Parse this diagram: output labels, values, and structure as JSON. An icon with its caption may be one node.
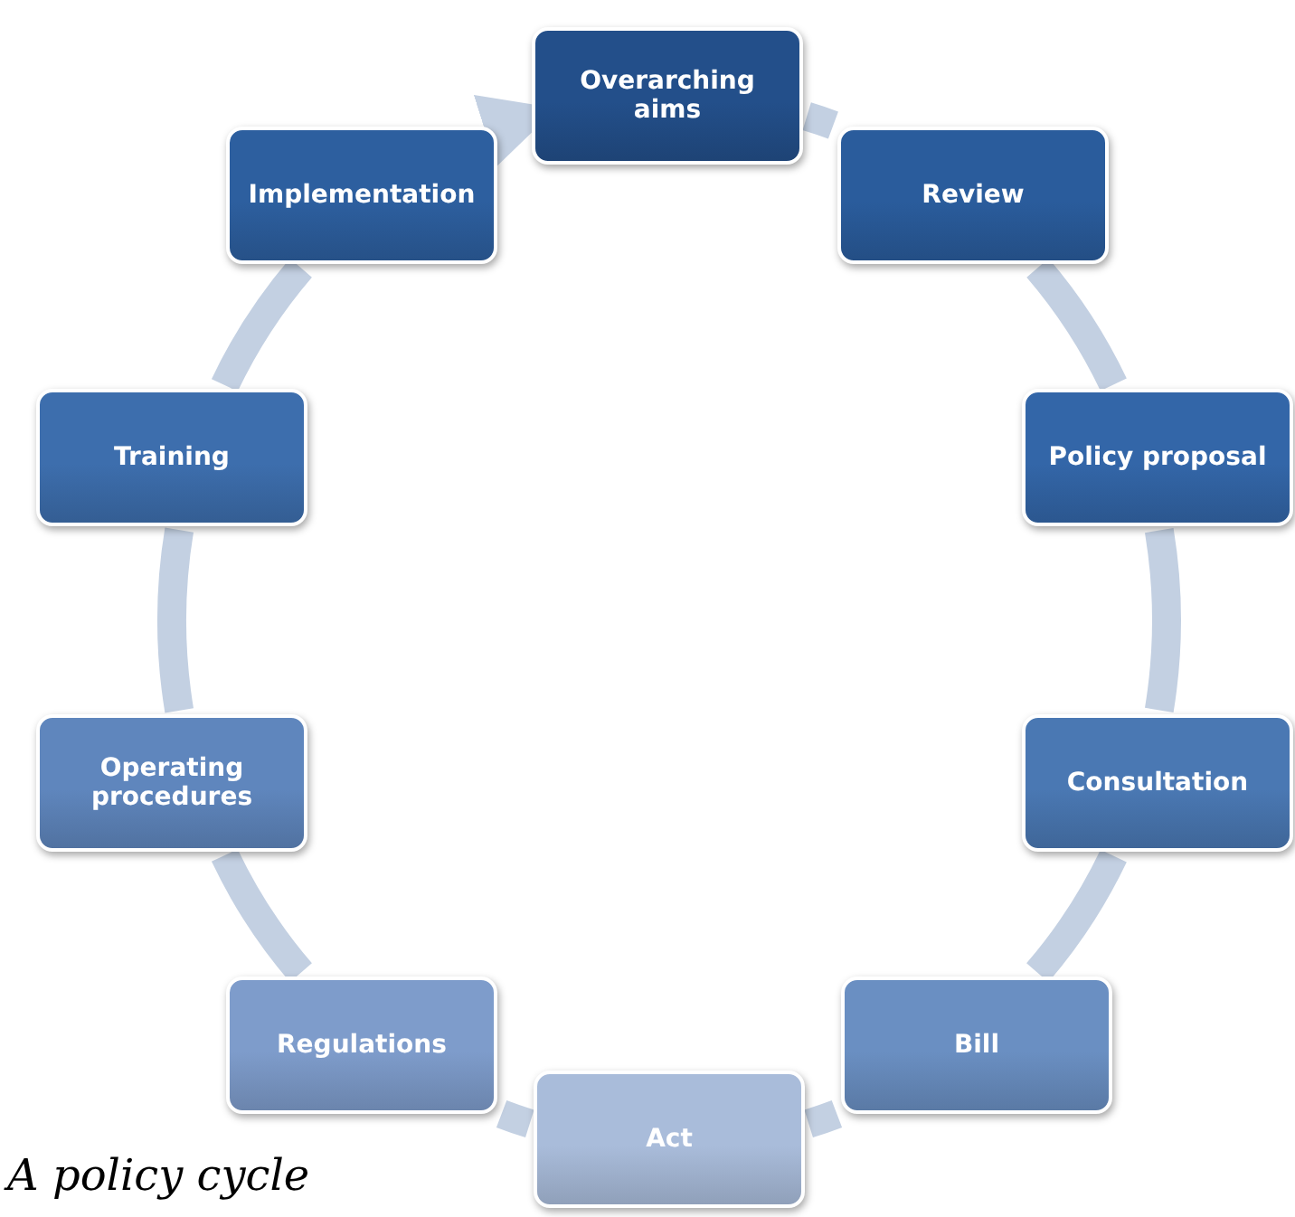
{
  "diagram": {
    "caption": "A policy cycle",
    "nodes": [
      {
        "text": [
          "Overarching aims"
        ]
      },
      {
        "text": [
          "Review"
        ]
      },
      {
        "text": [
          "Policy proposal"
        ]
      },
      {
        "text": [
          "Consultation"
        ]
      },
      {
        "text": [
          "Bill"
        ]
      },
      {
        "text": [
          "Act"
        ]
      },
      {
        "text": [
          "Regulations"
        ]
      },
      {
        "text": [
          "Operating procedures"
        ]
      },
      {
        "text": [
          "Training"
        ]
      },
      {
        "text": [
          "Implementation"
        ]
      }
    ],
    "edges": [
      {
        "from": 0,
        "to": 1,
        "arrow": "none"
      },
      {
        "from": 1,
        "to": 2,
        "arrow": "none"
      },
      {
        "from": 2,
        "to": 3,
        "arrow": "none"
      },
      {
        "from": 3,
        "to": 4,
        "arrow": "none"
      },
      {
        "from": 4,
        "to": 5,
        "arrow": "none"
      },
      {
        "from": 5,
        "to": 6,
        "arrow": "none"
      },
      {
        "from": 6,
        "to": 7,
        "arrow": "none"
      },
      {
        "from": 7,
        "to": 8,
        "arrow": "none"
      },
      {
        "from": 8,
        "to": 9,
        "arrow": "none"
      },
      {
        "from": 9,
        "to": 0,
        "arrow": "to"
      }
    ]
  }
}
